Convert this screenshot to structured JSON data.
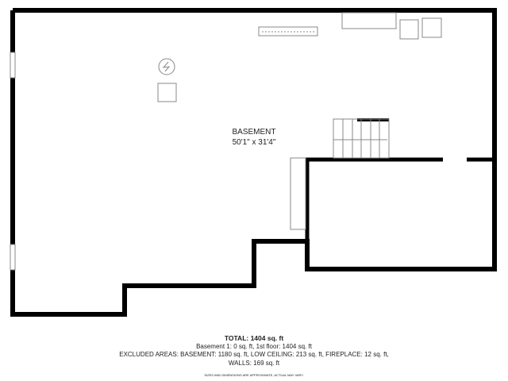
{
  "room": {
    "name": "BASEMENT",
    "dimensions": "50'1\" x 31'4\""
  },
  "summary": {
    "total": "TOTAL: 1404 sq. ft",
    "floors": "Basement 1: 0 sq. ft, 1st floor: 1404 sq. ft",
    "excluded": "EXCLUDED AREAS: BASEMENT: 1180 sq. ft, LOW CEILING: 213 sq. ft, FIREPLACE: 12 sq. ft,",
    "walls": "WALLS: 169 sq. ft",
    "disclaimer": "SIZES AND DIMENSIONS ARE APPROXIMATE, ACTUAL MAY VARY."
  }
}
